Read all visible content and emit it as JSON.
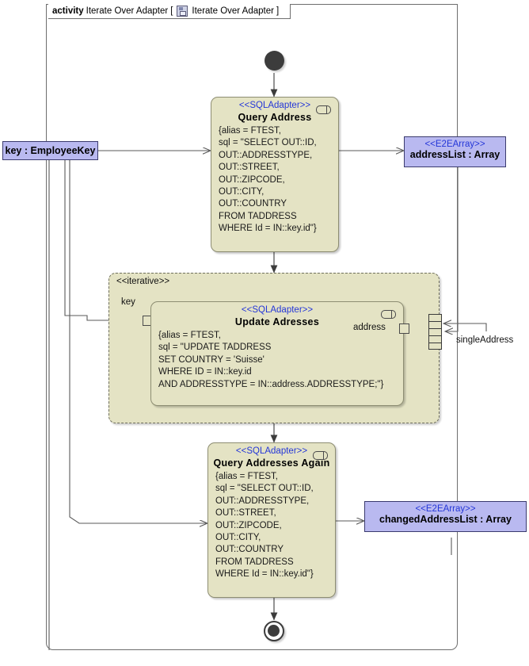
{
  "frame": {
    "keyword": "activity",
    "title": "Iterate Over Adapter",
    "bracket_open": "[",
    "bracket_label": "Iterate Over Adapter",
    "bracket_close": "]",
    "icon": "activity-diagram-icon"
  },
  "colors": {
    "node_fill": "#e4e3c4",
    "node_border": "#8d8d72",
    "object_fill": "#b9b9f0",
    "object_border": "#3b3b6e",
    "stereotype_text": "#2436d8",
    "edge": "#4a4a4a",
    "control_node": "#3c3c3c",
    "frame_border": "#6e6e6e"
  },
  "input_object": {
    "name": "key : EmployeeKey"
  },
  "nodes": [
    {
      "id": "query-address",
      "stereotype": "<<SQLAdapter>>",
      "name": "Query  Address",
      "body": "{alias = FTEST,\nsql = \"SELECT OUT::ID,\nOUT::ADDRESSTYPE,\nOUT::STREET,\nOUT::ZIPCODE,\nOUT::CITY,\nOUT::COUNTRY\nFROM TADDRESS\nWHERE Id = IN::key.id\"}"
    },
    {
      "id": "update-adresses",
      "stereotype": "<<SQLAdapter>>",
      "name": "Update Adresses",
      "body": "{alias = FTEST,\nsql = \"UPDATE TADDRESS\nSET COUNTRY = 'Suisse'\nWHERE ID = IN::key.id\nAND ADDRESSTYPE = IN::address.ADDRESSTYPE;\"}"
    },
    {
      "id": "query-addresses-again",
      "stereotype": "<<SQLAdapter>>",
      "name": "Query  Addresses Again",
      "body": "{alias = FTEST,\nsql = \"SELECT OUT::ID,\nOUT::ADDRESSTYPE,\nOUT::STREET,\nOUT::ZIPCODE,\nOUT::CITY,\nOUT::COUNTRY\nFROM TADDRESS\nWHERE Id = IN::key.id\"}"
    }
  ],
  "object_nodes": [
    {
      "id": "address-list",
      "stereotype": "<<E2EArray>>",
      "name": "addressList : Array"
    },
    {
      "id": "changed-address-list",
      "stereotype": "<<E2EArray>>",
      "name": "changedAddressList : Array"
    }
  ],
  "region": {
    "stereotype": "<<iterative>>",
    "input_pin_label": "key",
    "expansion_label": "singleAddress",
    "node_output_pin_label": "address"
  },
  "control": {
    "initial": "initial-node",
    "final": "activity-final-node"
  }
}
